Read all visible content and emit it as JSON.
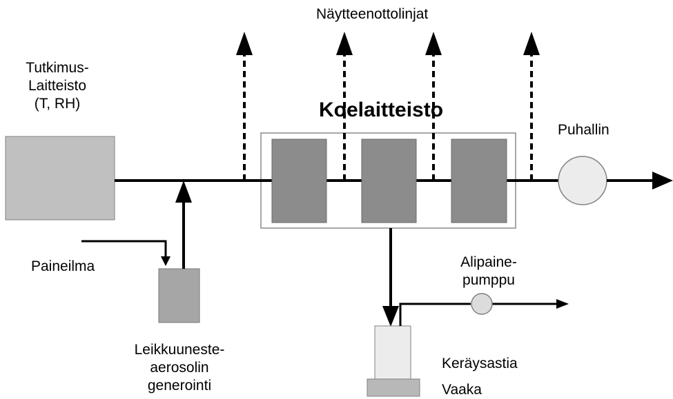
{
  "labels": {
    "sampling_lines": "Näytteenottolinjat",
    "research_equipment": [
      "Tutkimus-",
      "Laitteisto",
      "(T, RH)"
    ],
    "test_apparatus": "Koelaitteisto",
    "fan": "Puhallin",
    "compressed_air": "Paineilma",
    "vacuum_pump": [
      "Alipaine-",
      "pumppu"
    ],
    "aerosol_generation": [
      "Leikkuuneste-",
      "aerosolin",
      "generointi"
    ],
    "collection_vessel": "Keräysastia",
    "scale": "Vaaka"
  },
  "colors": {
    "line": "#000000",
    "research_box": "#c0c0c0",
    "chamber": "#8c8c8c",
    "generator": "#a6a6a6",
    "vessel": "#ececec",
    "scale": "#b8b8b8",
    "fan": "#ececec",
    "pump": "#dcdcdc",
    "frame": "#8a8a8a"
  }
}
